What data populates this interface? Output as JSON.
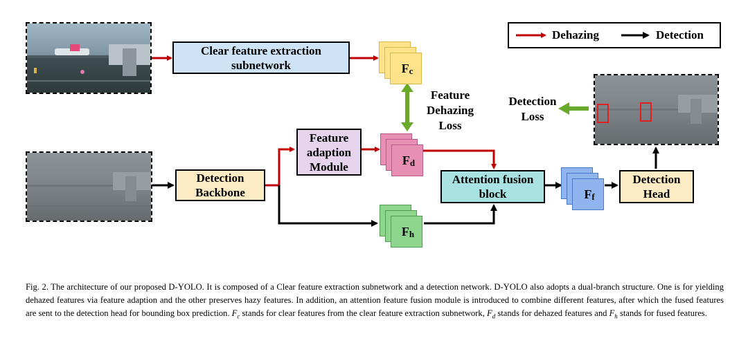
{
  "legend": {
    "dehazing": "Dehazing",
    "detection": "Detection",
    "dehazing_color": "#c00000",
    "detection_color": "#000000"
  },
  "boxes": {
    "clear_feature": "Clear feature extraction\nsubnetwork",
    "feature_adaption": "Feature\nadaption\nModule",
    "detection_backbone": "Detection\nBackbone",
    "attention_fusion": "Attention fusion\nblock",
    "detection_head": "Detection\nHead"
  },
  "features": {
    "fc": {
      "base": "F",
      "sub": "c",
      "color": "#ffe38a"
    },
    "fd": {
      "base": "F",
      "sub": "d",
      "color": "#e88fb4"
    },
    "fh": {
      "base": "F",
      "sub": "h",
      "color": "#8ed68e"
    },
    "ff": {
      "base": "F",
      "sub": "f",
      "color": "#8fb4ee"
    }
  },
  "labels": {
    "feature_dehazing_loss": "Feature\nDehazing\nLoss",
    "detection_loss": "Detection\nLoss"
  },
  "caption": {
    "line1": "Fig. 2.  The architecture of our proposed D-YOLO. It is composed of a Clear feature extraction subnetwork and a detection network. D-YOLO also adopts a dual-branch structure. One is for yielding dehazed features via feature adaption and the other preserves hazy features. In addition, an attention feature fusion module is introduced to combine different features, after which the fused features are sent to the detection head for bounding box prediction.",
    "fc_sym": "F",
    "fc_sub": "c",
    "fc_desc": "stands for clear features from the clear feature extraction subnetwork,",
    "fd_sym": "F",
    "fd_sub": "d",
    "fd_desc": "stands for dehazed features and",
    "fh_sym": "F",
    "fh_sub": "h",
    "fh_desc": "stands for fused features."
  }
}
